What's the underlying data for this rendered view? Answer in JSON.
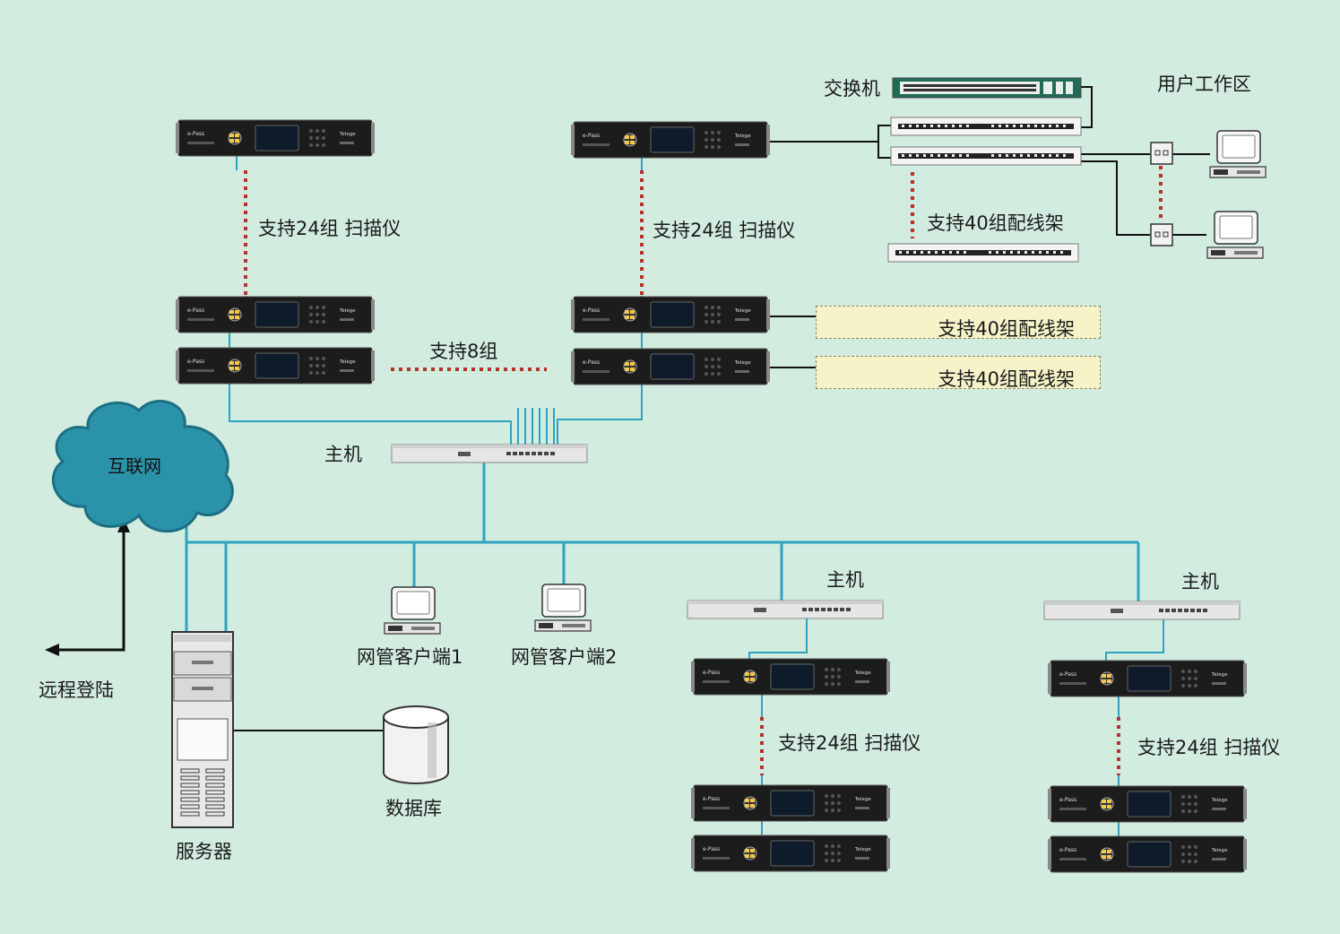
{
  "labels": {
    "switch": "交换机",
    "user_area": "用户工作区",
    "scanner_left_top": "支持24组 扫描仪",
    "scanner_mid_top": "支持24组 扫描仪",
    "patch_40_top": "支持40组配线架",
    "patch_40_a": "支持40组配线架",
    "patch_40_b": "支持40组配线架",
    "support_8": "支持8组",
    "host_center": "主机",
    "host_mid": "主机",
    "host_right": "主机",
    "internet": "互联网",
    "remote_login": "远程登陆",
    "client1": "网管客户端1",
    "client2": "网管客户端2",
    "database": "数据库",
    "server": "服务器",
    "scanner_bottom_mid": "支持24组 扫描仪",
    "scanner_bottom_right": "支持24组 扫描仪"
  },
  "colors": {
    "background": "#d3ece0",
    "network_line": "#2ea3c0",
    "dotted_link": "#b8312f",
    "device_body": "#1c1c1c",
    "patch_box": "#f6f3c9"
  }
}
